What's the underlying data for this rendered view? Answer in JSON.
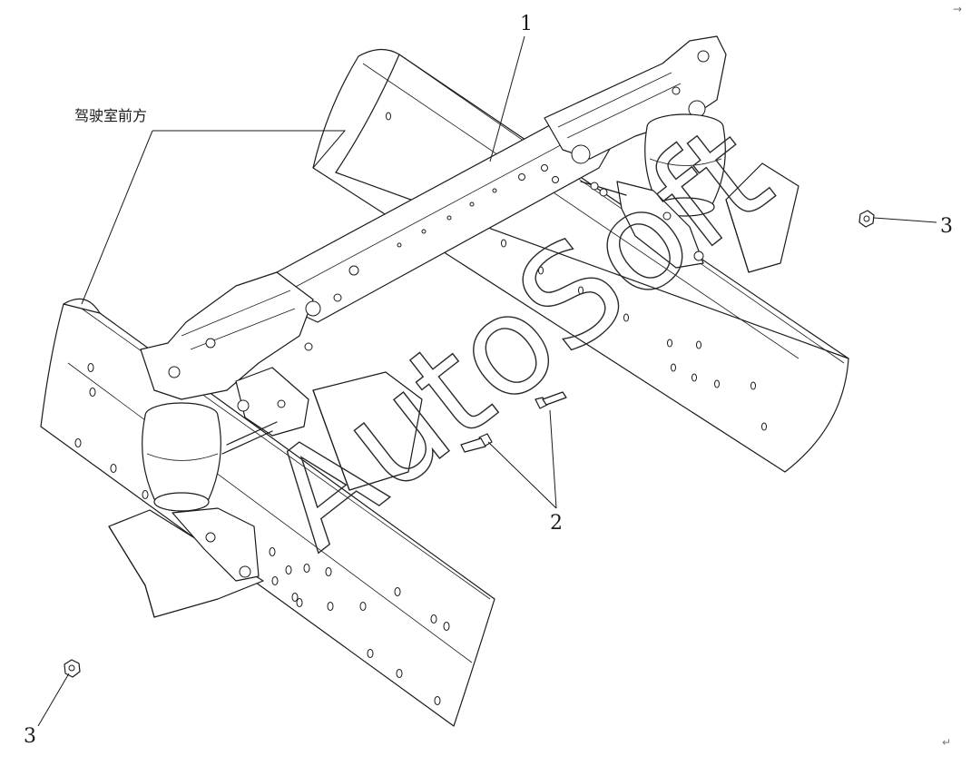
{
  "labels": {
    "cab_front": "驾驶室前方",
    "part_1": "1",
    "part_2": "2",
    "part_3_right": "3",
    "part_3_left": "3"
  },
  "watermark": "AutoSoft",
  "corner_marks": {
    "top_right": "→",
    "bottom_right": "↵"
  },
  "colors": {
    "line": "#1a1a1a",
    "background": "#ffffff"
  }
}
